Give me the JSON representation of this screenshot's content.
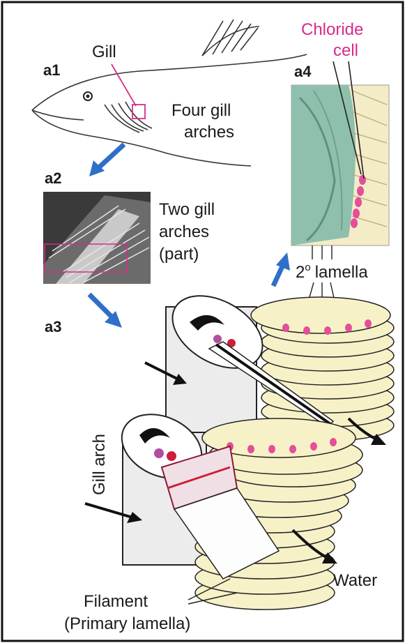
{
  "panels": {
    "a1": "a1",
    "a2": "a2",
    "a3": "a3",
    "a4": "a4"
  },
  "labels": {
    "gill": "Gill",
    "four_gill_line1": "Four gill",
    "four_gill_line2": "arches",
    "two_gill_line1": "Two gill",
    "two_gill_line2": "arches",
    "two_gill_line3": "(part)",
    "chloride_line1": "Chloride",
    "chloride_line2": "cell",
    "lamella_prefix": "2",
    "lamella_sup": "o",
    "lamella_word": "lamella",
    "gill_arch": "Gill arch",
    "water": "Water",
    "filament_line1": "Filament",
    "filament_line2": "(Primary lamella)"
  },
  "colors": {
    "accent_pink": "#d62c8a",
    "arrow_blue": "#2f6fc7",
    "lamella_cream": "#f7f1c8",
    "gill_tissue": "#7fb9a2"
  }
}
